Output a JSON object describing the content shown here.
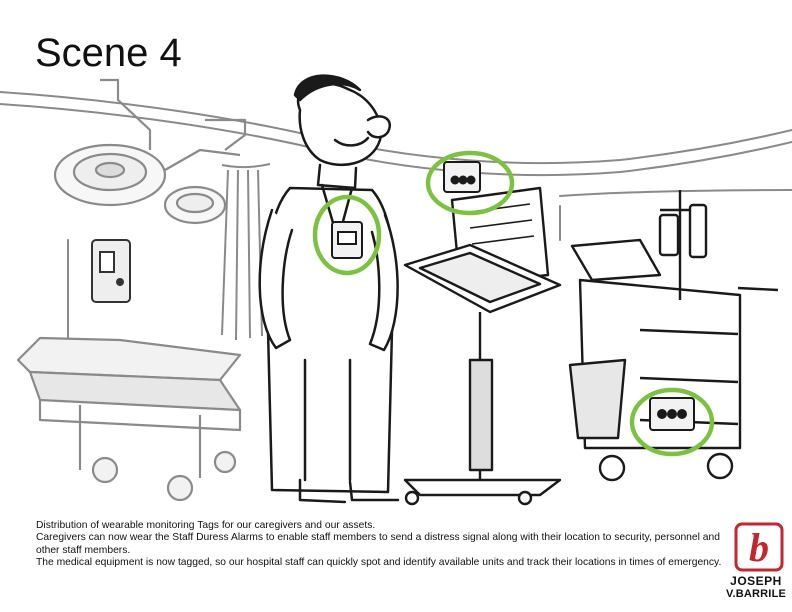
{
  "scene": {
    "title": "Scene 4"
  },
  "caption": {
    "lines": [
      "Distribution of wearable monitoring Tags for our caregivers and our assets.",
      "Caregivers can now wear the Staff Duress Alarms to enable staff members to send a distress signal along with their location to security, personnel and other staff members.",
      "The medical equipment is now tagged, so our hospital staff can quickly spot and identify available units and track their locations in times of emergency."
    ]
  },
  "logo": {
    "mark": "b",
    "name": "JOSEPH",
    "surname": "V.BARRILE"
  },
  "colors": {
    "highlight": "#7cc242",
    "ink": "#1a1a1a",
    "room": "#8a8a8a",
    "logo": "#c1272d"
  },
  "icons": {
    "badge": "staff-duress-tag-icon",
    "monitor_tag": "equipment-tag-icon",
    "cart_tag": "equipment-tag-icon"
  }
}
